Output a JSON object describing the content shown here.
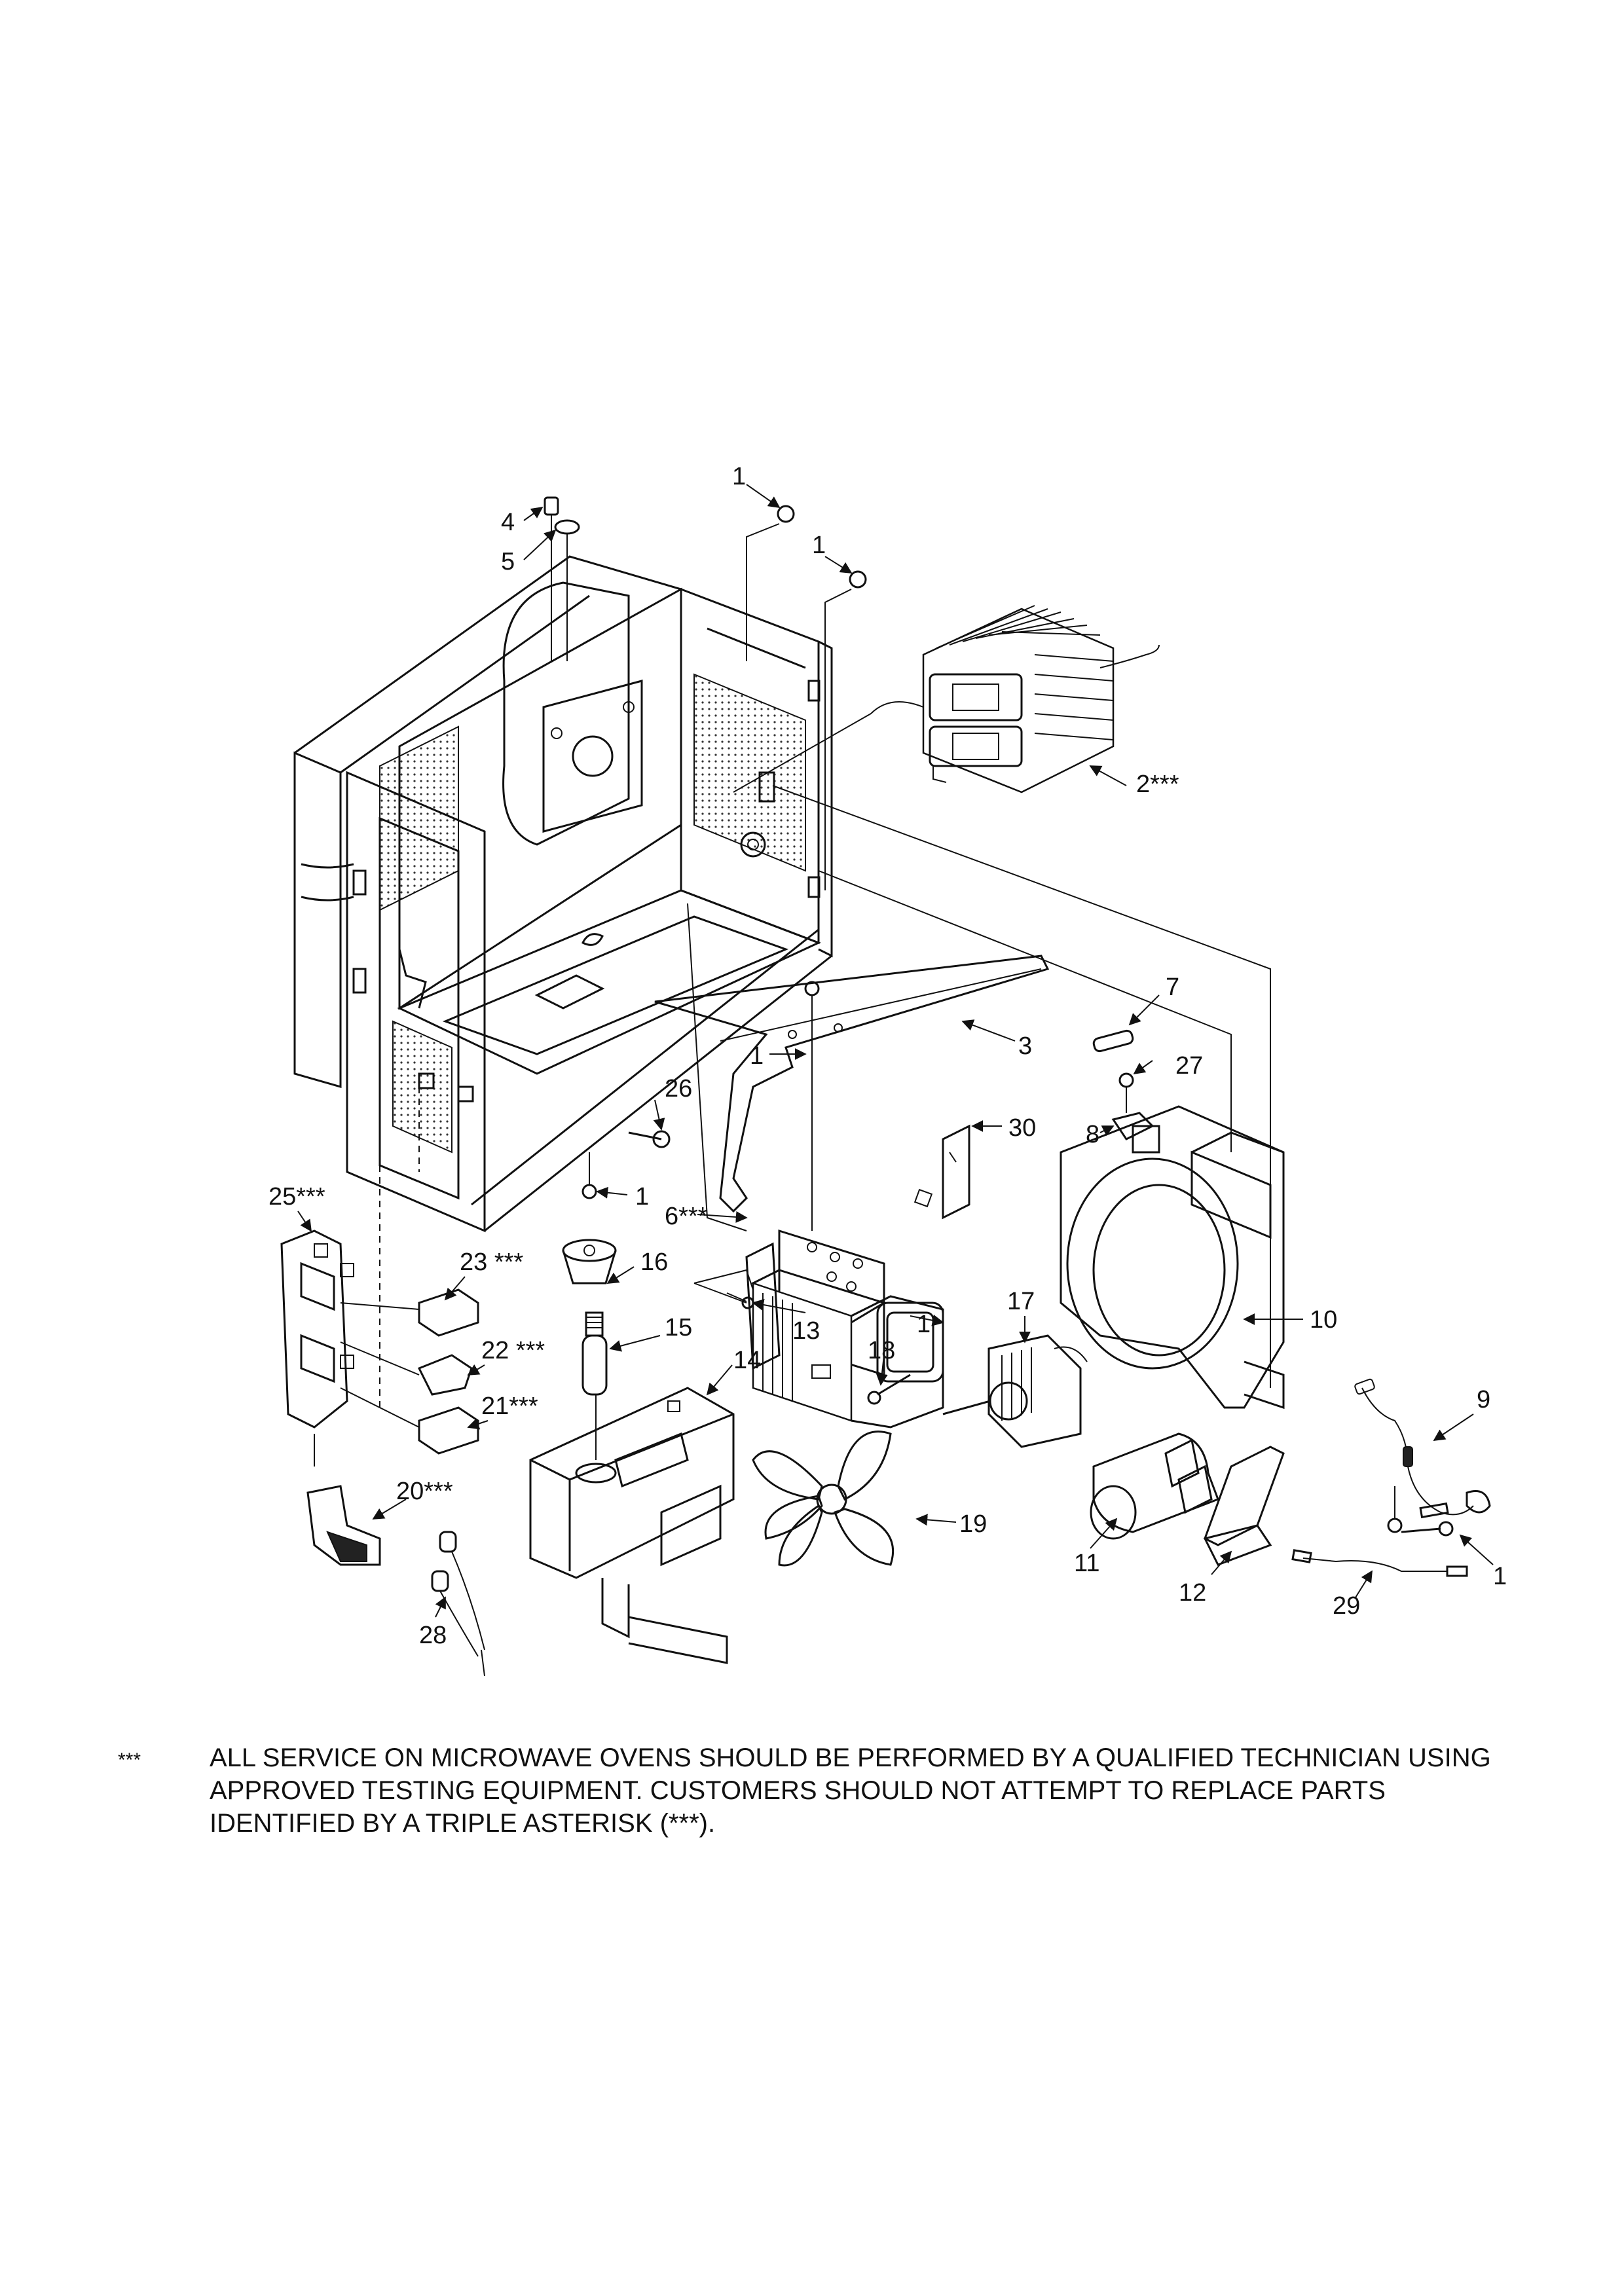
{
  "diagram": {
    "callouts": [
      {
        "id": "c1a",
        "text": "1"
      },
      {
        "id": "c1b",
        "text": "1"
      },
      {
        "id": "c1c",
        "text": "1"
      },
      {
        "id": "c1d",
        "text": "1"
      },
      {
        "id": "c1e",
        "text": "1"
      },
      {
        "id": "c1f",
        "text": "1"
      },
      {
        "id": "c2",
        "text": "2***"
      },
      {
        "id": "c3",
        "text": "3"
      },
      {
        "id": "c4",
        "text": "4"
      },
      {
        "id": "c5",
        "text": "5"
      },
      {
        "id": "c6",
        "text": "6***"
      },
      {
        "id": "c7",
        "text": "7"
      },
      {
        "id": "c8",
        "text": "8"
      },
      {
        "id": "c9",
        "text": "9"
      },
      {
        "id": "c10",
        "text": "10"
      },
      {
        "id": "c11",
        "text": "11"
      },
      {
        "id": "c12",
        "text": "12"
      },
      {
        "id": "c13",
        "text": "13"
      },
      {
        "id": "c14",
        "text": "14"
      },
      {
        "id": "c15",
        "text": "15"
      },
      {
        "id": "c16",
        "text": "16"
      },
      {
        "id": "c17",
        "text": "17"
      },
      {
        "id": "c18",
        "text": "18"
      },
      {
        "id": "c19",
        "text": "19"
      },
      {
        "id": "c20",
        "text": "20***"
      },
      {
        "id": "c21",
        "text": "21***"
      },
      {
        "id": "c22",
        "text": "22 ***"
      },
      {
        "id": "c23",
        "text": "23 ***"
      },
      {
        "id": "c25",
        "text": "25***"
      },
      {
        "id": "c26",
        "text": "26"
      },
      {
        "id": "c27",
        "text": "27"
      },
      {
        "id": "c28",
        "text": "28"
      },
      {
        "id": "c29",
        "text": "29"
      },
      {
        "id": "c30",
        "text": "30"
      }
    ]
  },
  "note": {
    "marker": "***",
    "text": "ALL SERVICE ON MICROWAVE OVENS SHOULD BE PERFORMED BY A  QUALIFIED TECHNICIAN USING APPROVED TESTING EQUIPMENT.  CUSTOMERS SHOULD NOT ATTEMPT TO REPLACE PARTS IDENTIFIED BY A TRIPLE ASTERISK (***)."
  }
}
